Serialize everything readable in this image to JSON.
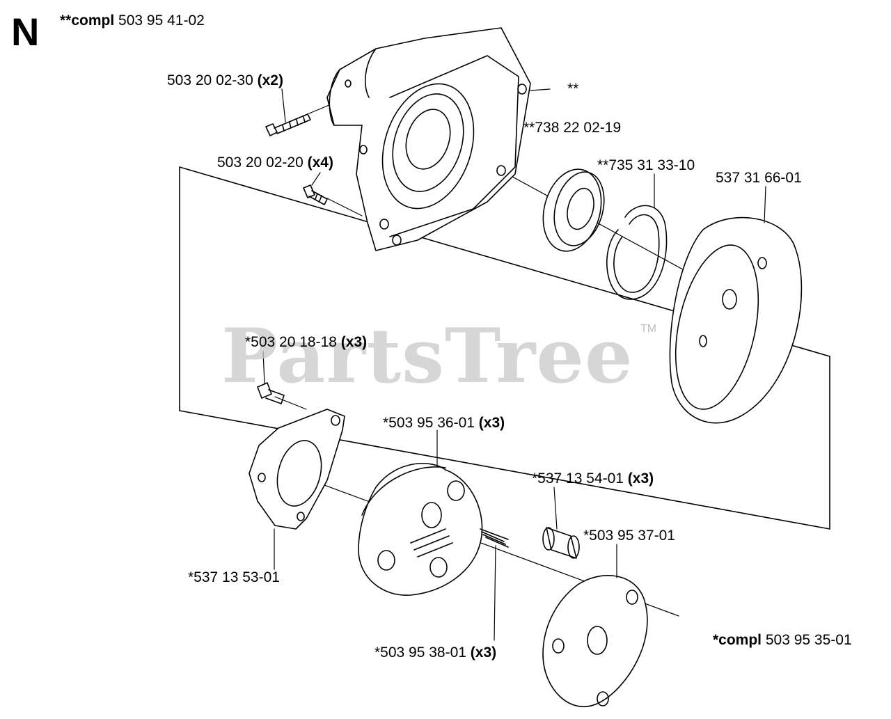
{
  "section_letter": "N",
  "watermark": {
    "text": "PartsTree",
    "tm": "TM"
  },
  "labels": {
    "compl_top": {
      "prefix": "**compl",
      "part": "503 95 41-02"
    },
    "screw_a": {
      "part": "503 20 02-30",
      "qty": "(x2)"
    },
    "housing_mark": {
      "part": "**"
    },
    "housing": {
      "part": "**738 22 02-19"
    },
    "screw_b": {
      "part": "503 20 02-20",
      "qty": "(x4)"
    },
    "circlip": {
      "part": "**735 31 33-10"
    },
    "drum": {
      "part": "537 31 66-01"
    },
    "screw_c": {
      "part": "*503 20 18-18",
      "qty": "(x3)"
    },
    "shoe": {
      "part": "*503 95 36-01",
      "qty": "(x3)"
    },
    "sleeve": {
      "part": "*537 13 54-01",
      "qty": "(x3)"
    },
    "hub": {
      "part": "*503 95 37-01"
    },
    "plate": {
      "part": "*537 13 53-01"
    },
    "spring": {
      "part": "*503 95 38-01",
      "qty": "(x3)"
    },
    "compl_bottom": {
      "prefix": "*compl",
      "part": "503 95 35-01"
    }
  }
}
